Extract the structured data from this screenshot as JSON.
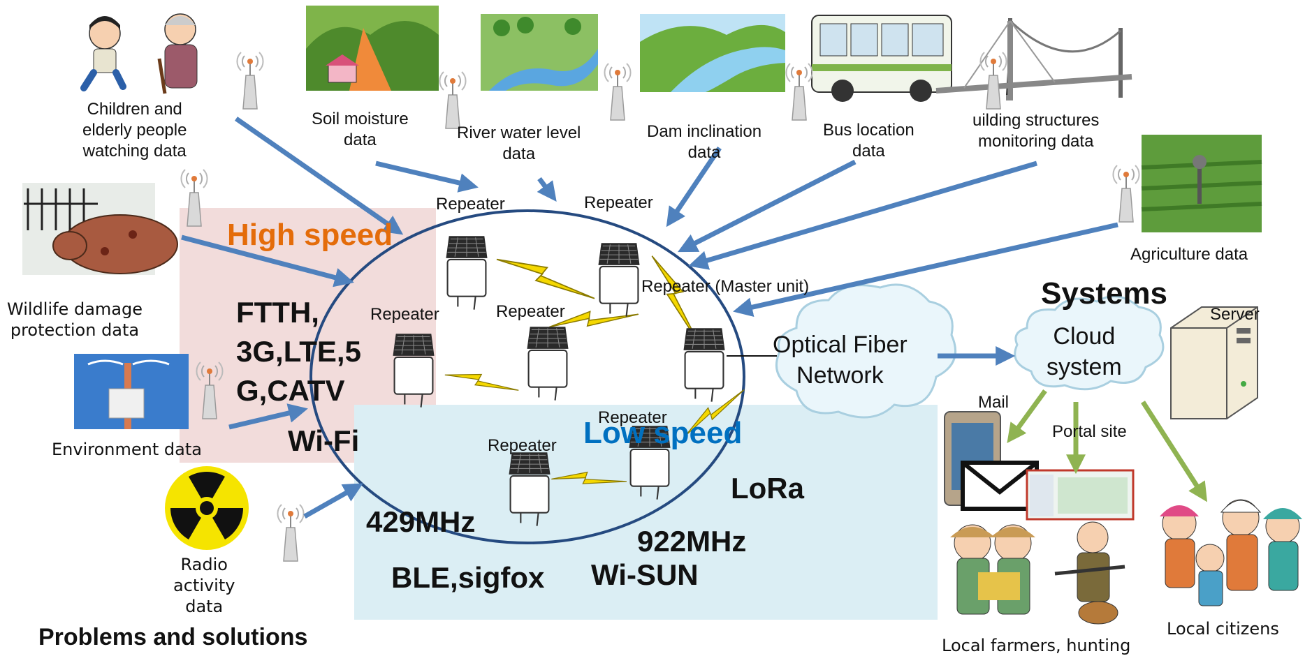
{
  "sources": {
    "children_elderly": "Children and\nelderly people\nwatching data",
    "soil": "Soil moisture\ndata",
    "river": "River water level\ndata",
    "dam": "Dam inclination\ndata",
    "bus": "Bus location\ndata",
    "building": "uilding structures\nmonitoring data",
    "agriculture": "Agriculture data",
    "wildlife": "Wildlife damage\nprotection data",
    "environment": "Environment data",
    "radio": "Radio\nactivity\ndata"
  },
  "repeaters": {
    "r1": "Repeater",
    "r2": "Repeater",
    "r3": "Repeater",
    "r4": "Repeater",
    "master": "Repeater (Master unit)",
    "r5": "Repeater",
    "r6": "Repeater"
  },
  "zones": {
    "high_title": "High speed",
    "high_tech": "FTTH,\n3G,LTE,5\nG,CATV",
    "high_wifi": "Wi-Fi",
    "low_title": "Low speed",
    "low_429": "429MHz",
    "low_ble": "BLE,sigfox",
    "low_lora": "LoRa",
    "low_922": "922MHz",
    "low_wisun": "Wi-SUN"
  },
  "network": {
    "optical": "Optical Fiber\nNetwork",
    "systems_title": "Systems",
    "cloud": "Cloud\nsystem",
    "server": "Server",
    "mail": "Mail",
    "portal": "Portal site"
  },
  "recipients": {
    "farmers": "Local farmers, hunting",
    "citizens": "Local citizens"
  },
  "footer": "Problems and solutions",
  "colors": {
    "arrow_blue": "#4f81bd",
    "arrow_green": "#8fb351",
    "high_zone": "#f2dcdb",
    "low_zone": "#dbeef4",
    "high_title": "#e46c0a",
    "low_title": "#0070c0",
    "ellipse": "#254a80",
    "lightning": "#f5d800"
  }
}
